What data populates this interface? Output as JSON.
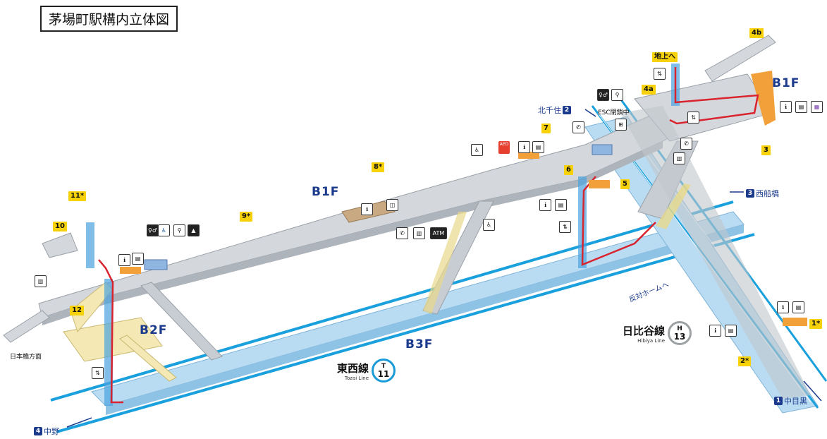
{
  "title": "茅場町駅構内立体図",
  "floors": {
    "b1_left": "B1F",
    "b1_right": "B1F",
    "b2": "B2F",
    "b3": "B3F"
  },
  "exits": [
    "4b",
    "地上へ",
    "4a",
    "7",
    "8*",
    "9*",
    "11*",
    "10",
    "12",
    "6",
    "5",
    "3",
    "1*",
    "2*"
  ],
  "directions": {
    "kitasenju": {
      "num": "2",
      "label": "北千住"
    },
    "nishifunabashi": {
      "num": "3",
      "label": "西船橋"
    },
    "nakameguro": {
      "num": "1",
      "label": "中目黒"
    },
    "nakano": {
      "num": "4",
      "label": "中野"
    },
    "nihonbashi": "日本橋方面",
    "opposite_platform": "反対ホームへ",
    "esc_closed": "ESC閉鎖中"
  },
  "lines": {
    "tozai": {
      "jp": "東西線",
      "en": "Tozai Line",
      "letter": "T",
      "number": "11"
    },
    "hibiya": {
      "jp": "日比谷線",
      "en": "Hibiya Line",
      "letter": "H",
      "number": "13"
    }
  },
  "icon_labels": {
    "atm": "ATM",
    "aed": "AED"
  },
  "colors": {
    "platform": "#b9dcf3",
    "concourse": "#d4d8dd",
    "track": "#1aa0dc",
    "route": "#d9232e",
    "elevator": "#4aa3df",
    "stairs_b2": "#f4e9b5",
    "office": "#c9a982",
    "exit_badge": "#f7d20a",
    "text_blue": "#1b3a8c"
  }
}
